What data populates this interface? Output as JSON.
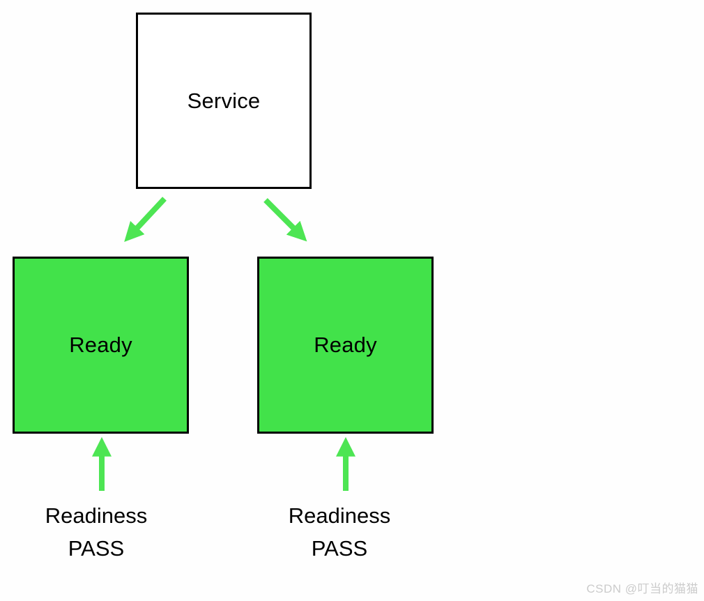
{
  "diagram": {
    "service": {
      "label": "Service"
    },
    "pods": [
      {
        "label": "Ready",
        "status": {
          "line1": "Readiness",
          "line2": "PASS"
        }
      },
      {
        "label": "Ready",
        "status": {
          "line1": "Readiness",
          "line2": "PASS"
        }
      }
    ],
    "colors": {
      "pod_fill": "#42E24A",
      "arrow": "#4DE553",
      "border": "#000000",
      "service_fill": "#FFFFFF"
    }
  },
  "watermark": {
    "text": "CSDN @叮当的猫猫",
    "color": "#CBCBCB"
  }
}
